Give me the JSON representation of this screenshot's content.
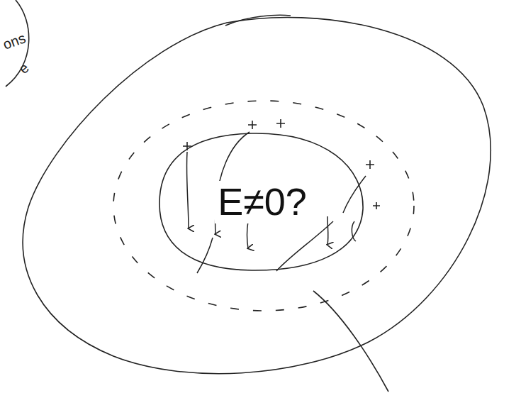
{
  "diagram": {
    "nodes": [
      {
        "text": [
          "E≠0?"
        ]
      }
    ],
    "labels": [
      "ons",
      "e"
    ]
  }
}
